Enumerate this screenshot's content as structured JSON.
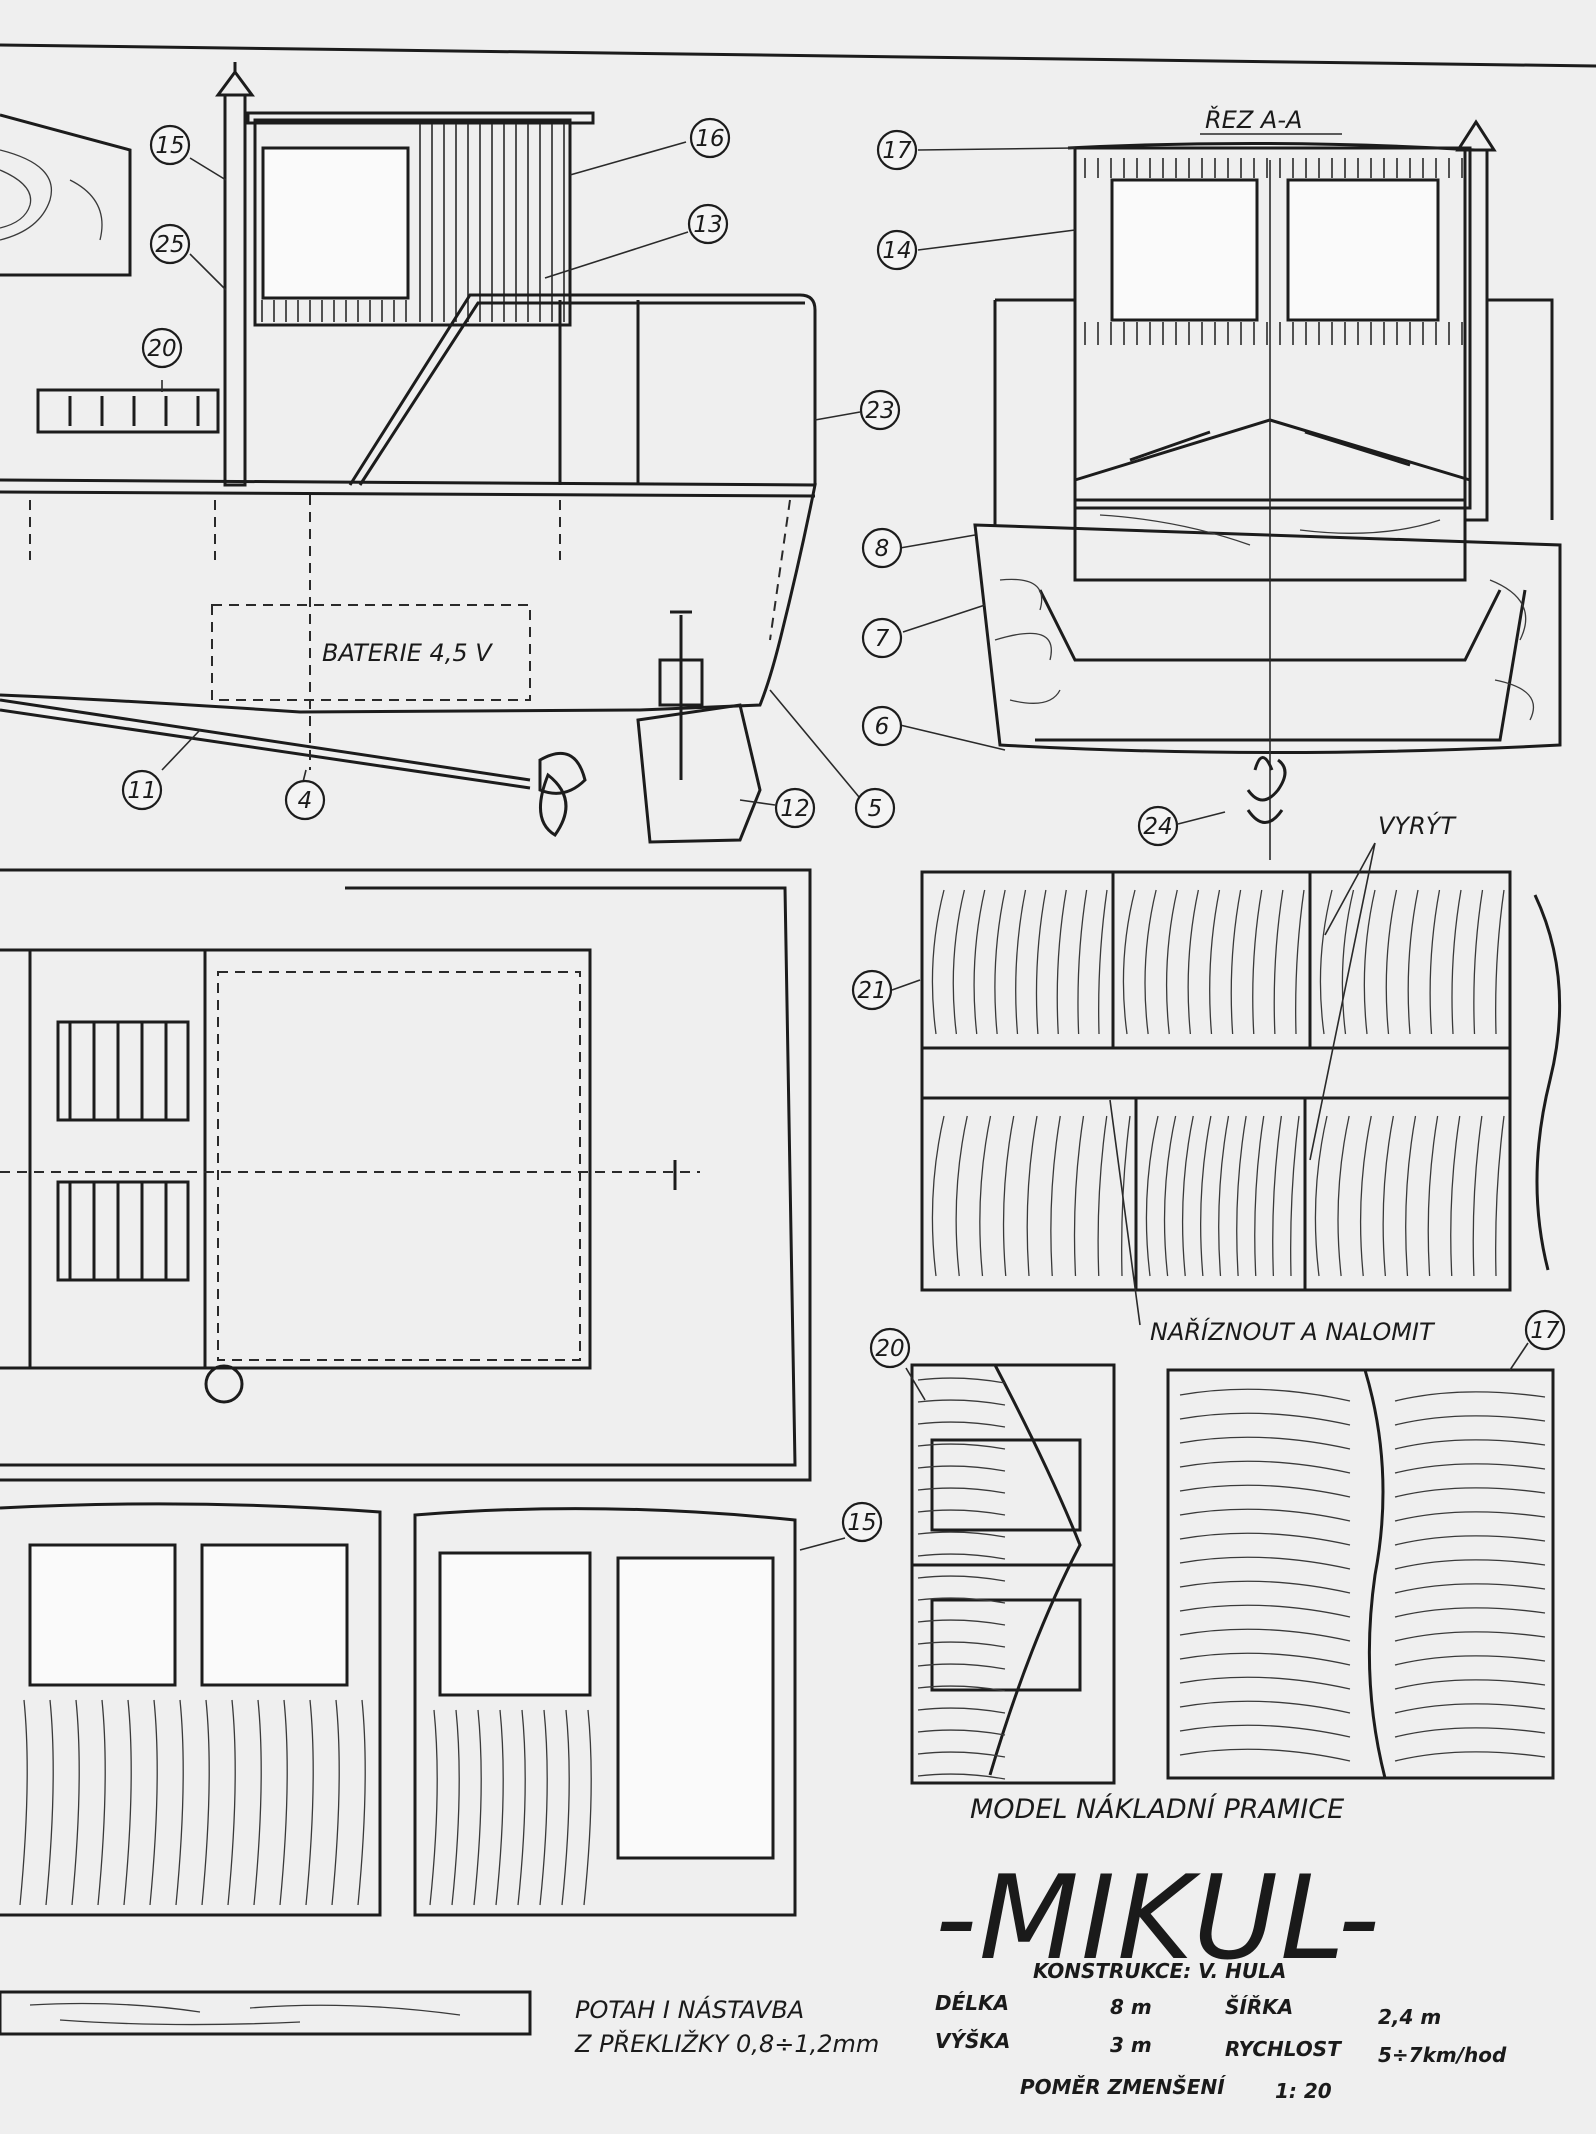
{
  "labels": {
    "section": "ŘEZ A-A",
    "battery": "BATERIE 4,5 V",
    "engrave": "VYRÝT",
    "cut_break": "NAŘÍZNOUT A NALOMIT",
    "cover_1": "POTAH I NÁSTAVBA",
    "cover_2": "Z PŘEKLIŽKY 0,8÷1,2mm"
  },
  "callouts": {
    "c15a": "15",
    "c16": "16",
    "c13": "13",
    "c25": "25",
    "c20a": "20",
    "c23": "23",
    "c11": "11",
    "c4": "4",
    "c12": "12",
    "c5": "5",
    "c17a": "17",
    "c14": "14",
    "c8": "8",
    "c7": "7",
    "c6": "6",
    "c24": "24",
    "c21": "21",
    "c20b": "20",
    "c17b": "17",
    "c15b": "15"
  },
  "title": {
    "subtitle": "MODEL NÁKLADNÍ PRAMICE",
    "name": "-MIKUL-",
    "designer": "KONSTRUKCE: V. HULA"
  },
  "specs": {
    "length_label": "DÉLKA",
    "length_value": "8 m",
    "width_label": "ŠÍŘKA",
    "width_value": "2,4 m",
    "height_label": "VÝŠKA",
    "height_value": "3 m",
    "speed_label": "RYCHLOST",
    "speed_value": "5÷7km/hod",
    "scale_label": "POMĚR ZMENŠENÍ",
    "scale_value": "1: 20"
  }
}
